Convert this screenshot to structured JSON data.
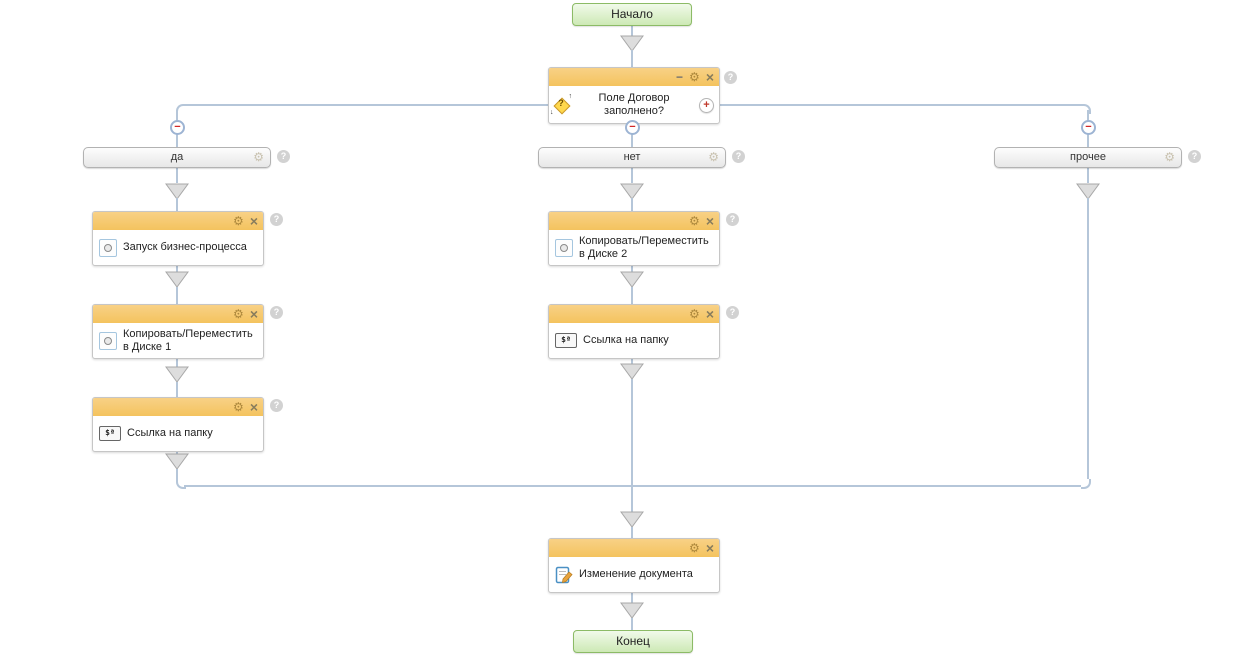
{
  "colors": {
    "connector": "#b5c6d9",
    "block_header_orange": "#f5c967",
    "terminal_green_border": "#8cbb66",
    "accent_red": "#cc2a2a"
  },
  "icons": {
    "gear": "⚙",
    "close": "×",
    "minimize": "−",
    "help": "?",
    "plus": "+",
    "minus": "−",
    "variable_label": "$ª",
    "condition_question": "?",
    "loop_arrow_left": "↓",
    "loop_arrow_right": "↑"
  },
  "start": {
    "label": "Начало"
  },
  "end": {
    "label": "Конец"
  },
  "condition": {
    "title": "Поле Договор заполнено?"
  },
  "branches": {
    "yes": {
      "label": "да"
    },
    "no": {
      "label": "нет"
    },
    "other": {
      "label": "прочее"
    }
  },
  "blocks": {
    "left": [
      {
        "title": "Запуск бизнес-процесса"
      },
      {
        "title": "Копировать/Переместить в Диске 1"
      },
      {
        "title": "Ссылка на папку"
      }
    ],
    "center": [
      {
        "title": "Копировать/Переместить в Диске 2"
      },
      {
        "title": "Ссылка на папку"
      }
    ],
    "final": {
      "title": "Изменение документа"
    }
  }
}
